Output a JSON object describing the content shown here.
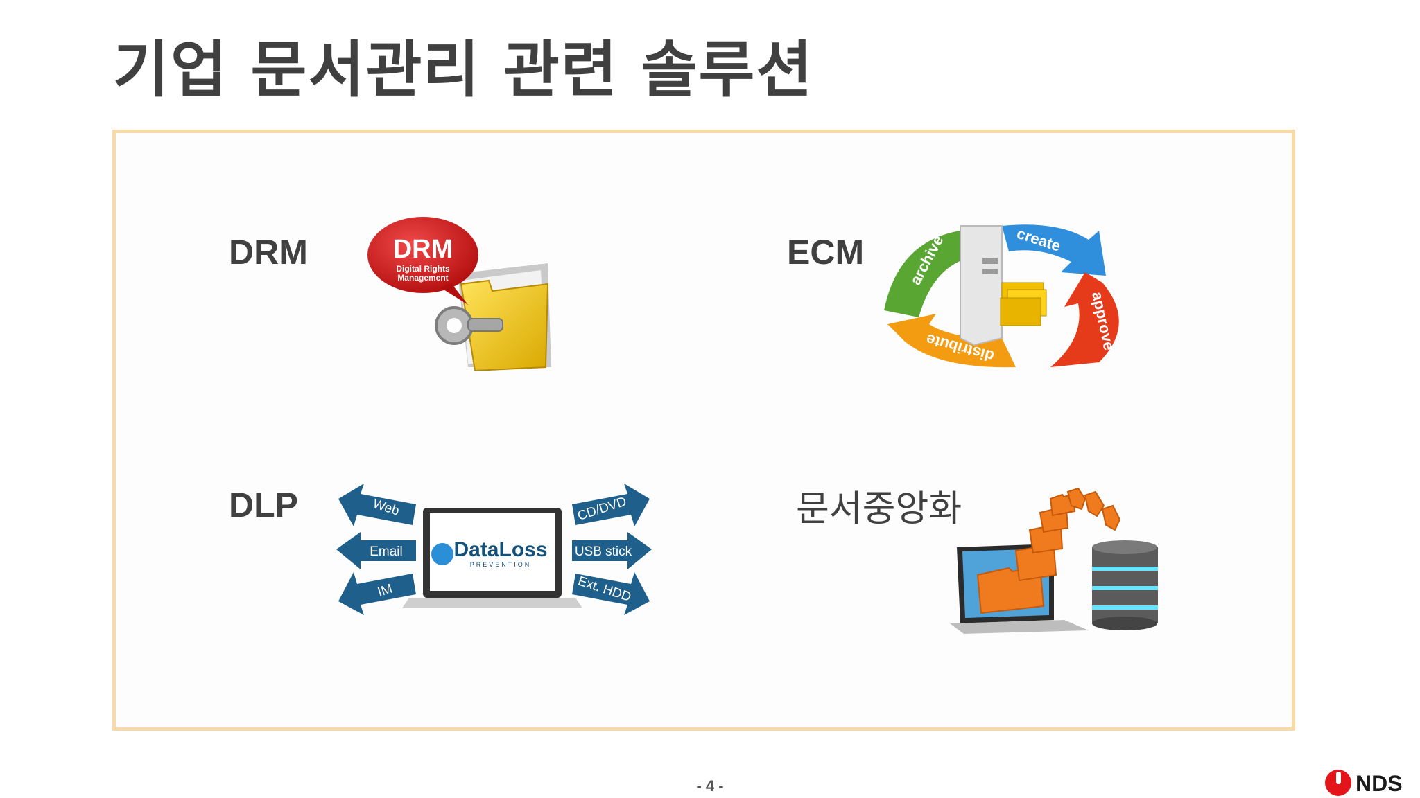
{
  "slide": {
    "title": "기업 문서관리 관련 솔루션",
    "page_number": "- 4 -",
    "logo_text": "NDS"
  },
  "quadrants": {
    "drm": {
      "label": "DRM",
      "badge_title": "DRM",
      "badge_line1": "Digital Rights",
      "badge_line2": "Management"
    },
    "ecm": {
      "label": "ECM",
      "cycle": [
        "create",
        "approve",
        "distribute",
        "archive"
      ]
    },
    "dlp": {
      "label": "DLP",
      "left_arrows": [
        "Web",
        "Email",
        "IM"
      ],
      "right_arrows": [
        "CD/DVD",
        "USB stick",
        "Ext. HDD"
      ],
      "screen_brand": "DataLoss",
      "screen_sub": "PREVENTION"
    },
    "centralization": {
      "label": "문서중앙화"
    }
  },
  "colors": {
    "frame_border": "#f8d9a8",
    "title": "#404040",
    "arrow_blue": "#1f5f8b",
    "logo_red": "#e3151a"
  }
}
